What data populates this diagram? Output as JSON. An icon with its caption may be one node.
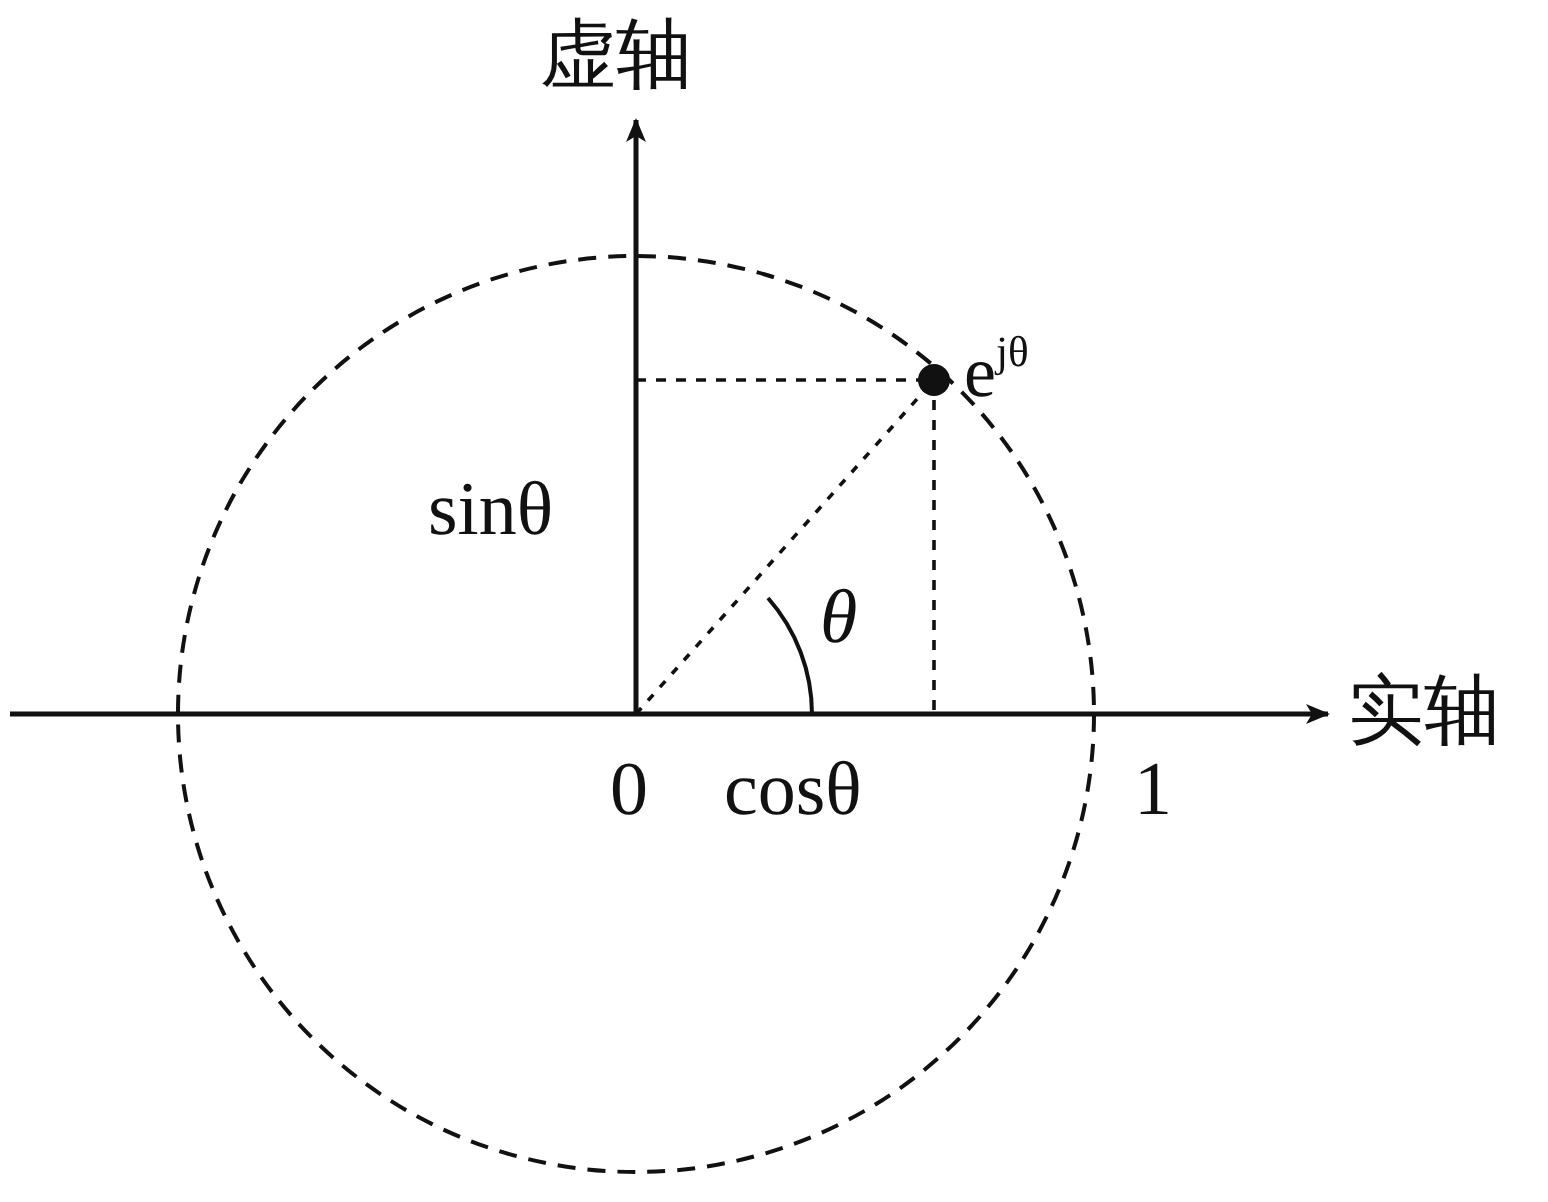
{
  "diagram": {
    "labels": [
      "虚轴",
      "e$^{jθ}$",
      "sinθ",
      "θ",
      "实轴",
      "0",
      "cosθ",
      "1"
    ]
  }
}
